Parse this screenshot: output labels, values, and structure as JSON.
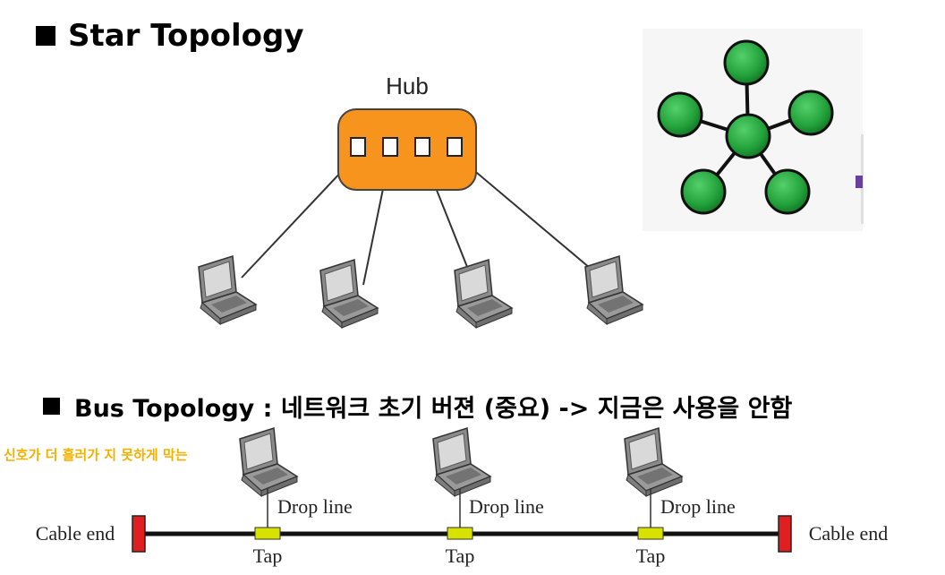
{
  "star": {
    "heading": "Star Topology",
    "hub_label": "Hub"
  },
  "bus": {
    "heading": "Bus Topology : 네트워크 초기 버젼 (중요) -> 지금은 사용을 안함",
    "note": "신호가 더 흘러가 지 못하게 막는",
    "cable_end_left": "Cable end",
    "cable_end_right": "Cable end",
    "taps": [
      {
        "drop_label": "Drop line",
        "tap_label": "Tap"
      },
      {
        "drop_label": "Drop line",
        "tap_label": "Tap"
      },
      {
        "drop_label": "Drop line",
        "tap_label": "Tap"
      }
    ]
  },
  "colors": {
    "hub_fill": "#f7941d",
    "node_fill": "#22a13a",
    "tap_fill": "#d8e200",
    "cable_end_fill": "#e02020",
    "note_text": "#f2b000"
  }
}
